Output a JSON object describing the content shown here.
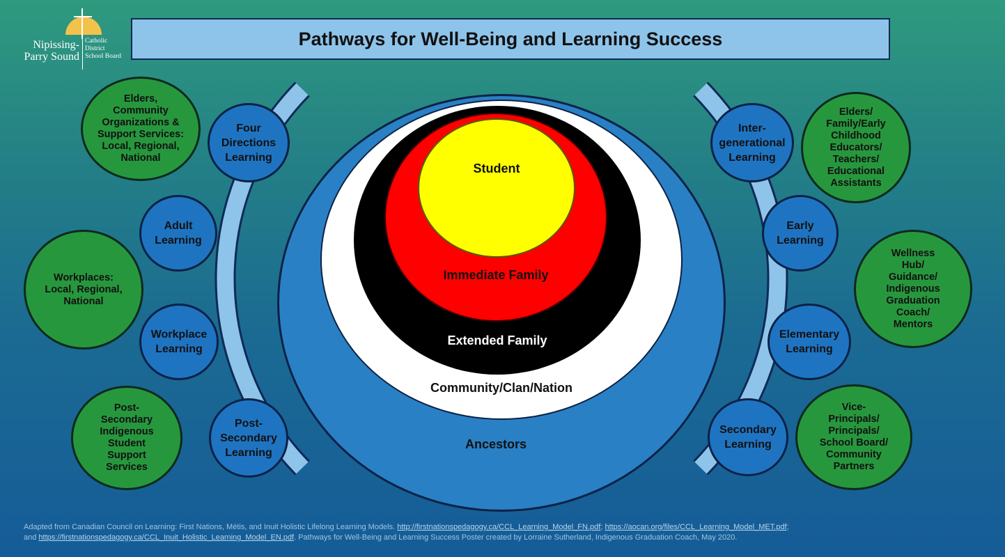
{
  "logo": {
    "name_line1": "Nipissing-",
    "name_line2": "Parry Sound",
    "sub_line1": "Catholic",
    "sub_line2": "District",
    "sub_line3": "School Board"
  },
  "title": "Pathways for Well-Being and Learning Success",
  "center": {
    "ancestors": "Ancestors",
    "community": "Community/Clan/Nation",
    "extended": "Extended Family",
    "immediate": "Immediate Family",
    "student": "Student"
  },
  "left_learning": {
    "four_directions": "Four\nDirections\nLearning",
    "adult": "Adult\nLearning",
    "workplace": "Workplace\nLearning",
    "post_secondary": "Post-\nSecondary\nLearning"
  },
  "left_support": {
    "elders": "Elders,\nCommunity\nOrganizations &\nSupport Services:\nLocal, Regional,\nNational",
    "workplaces": "Workplaces:\nLocal, Regional,\nNational",
    "post_secondary": "Post-\nSecondary\nIndigenous\nStudent\nSupport\nServices"
  },
  "right_learning": {
    "intergenerational": "Inter-\ngenerational\nLearning",
    "early": "Early\nLearning",
    "elementary": "Elementary\nLearning",
    "secondary": "Secondary\nLearning"
  },
  "right_support": {
    "elders_family": "Elders/\nFamily/Early\nChildhood\nEducators/\nTeachers/\nEducational\nAssistants",
    "wellness": "Wellness\nHub/\nGuidance/\nIndigenous\nGraduation\nCoach/\nMentors",
    "vice_principals": "Vice-\nPrincipals/\nPrincipals/\nSchool Board/\nCommunity\nPartners"
  },
  "footer": {
    "text1": "Adapted from Canadian Council on Learning: First Nations, Métis, and Inuit Holistic Lifelong Learning Models. ",
    "link1": "http://firstnationspedagogy.ca/CCL_Learning_Model_FN.pdf",
    "sep1": "; ",
    "link2": "https://aocan.org/files/CCL_Learning_Model_MET.pdf",
    "sep2": ";",
    "text2": "and ",
    "link3": "https://firstnationspedagogy.ca/CCL_Inuit_Holistic_Learning_Model_EN.pdf",
    "text3": ". Pathways for Well-Being and Learning Success Poster created by Lorraine Sutherland, Indigenous Graduation Coach, May 2020."
  },
  "colors": {
    "title_bg": "#8ec4ea",
    "green": "#27973e",
    "blue": "#1f74c2",
    "arc": "#8ec4ea",
    "ancestors": "#2a80c4",
    "community": "#ffffff",
    "extended": "#000000",
    "immediate": "#ff0000",
    "student": "#ffff00"
  }
}
